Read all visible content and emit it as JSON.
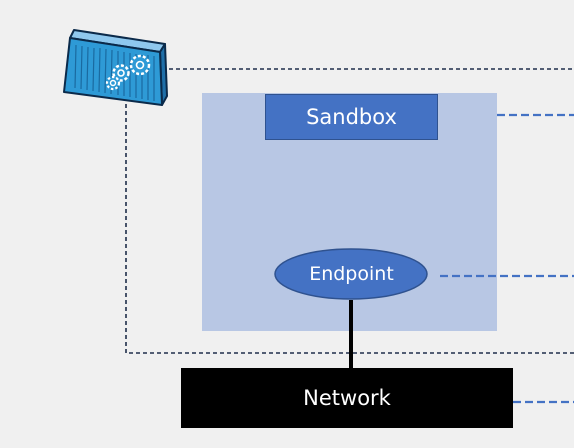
{
  "diagram": {
    "sandbox_label": "Sandbox",
    "endpoint_label": "Endpoint",
    "network_label": "Network",
    "container_icon": "container-with-gears-icon"
  },
  "colors": {
    "background": "#f0f0f0",
    "sandbox_area": "#b8c7e4",
    "sandbox_fill": "#4472c4",
    "endpoint_fill": "#4472c4",
    "network_fill": "#000000",
    "container_boundary": "#1f2d4a",
    "callout_line": "#4472c4",
    "container_icon": "#2e9ad6"
  }
}
